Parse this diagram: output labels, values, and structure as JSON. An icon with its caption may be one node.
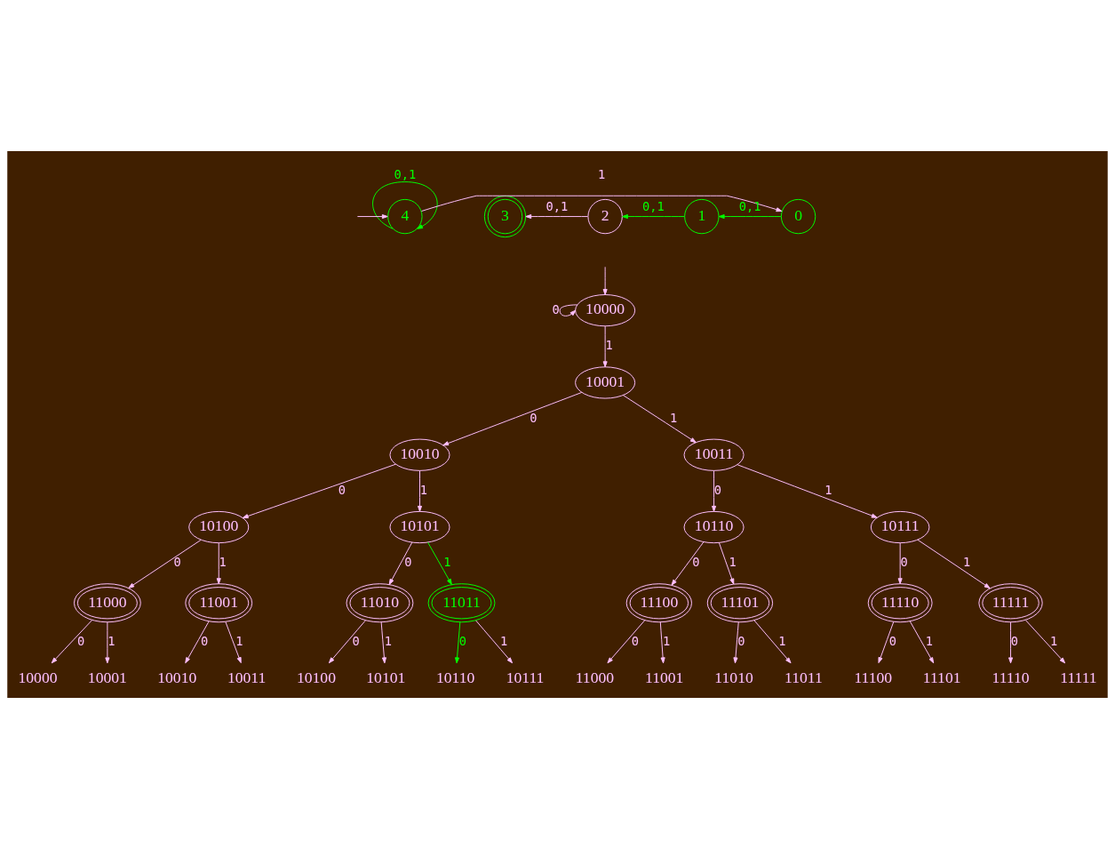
{
  "diagram": {
    "nodes": [
      {
        "text": [
          "4"
        ]
      },
      {
        "text": [
          "3"
        ]
      },
      {
        "text": [
          "2"
        ]
      },
      {
        "text": [
          "1"
        ]
      },
      {
        "text": [
          "0"
        ]
      },
      {
        "text": [
          "10000"
        ]
      },
      {
        "text": [
          "10001"
        ]
      },
      {
        "text": [
          "10010"
        ]
      },
      {
        "text": [
          "10011"
        ]
      },
      {
        "text": [
          "10100"
        ]
      },
      {
        "text": [
          "10101"
        ]
      },
      {
        "text": [
          "10110"
        ]
      },
      {
        "text": [
          "10111"
        ]
      },
      {
        "text": [
          "11000"
        ]
      },
      {
        "text": [
          "11001"
        ]
      },
      {
        "text": [
          "11010"
        ]
      },
      {
        "text": [
          "11011"
        ]
      },
      {
        "text": [
          "11100"
        ]
      },
      {
        "text": [
          "11101"
        ]
      },
      {
        "text": [
          "11110"
        ]
      },
      {
        "text": [
          "11111"
        ]
      },
      {
        "text": [
          "10000"
        ]
      },
      {
        "text": [
          "10001"
        ]
      },
      {
        "text": [
          "10010"
        ]
      },
      {
        "text": [
          "10011"
        ]
      },
      {
        "text": [
          "10100"
        ]
      },
      {
        "text": [
          "10101"
        ]
      },
      {
        "text": [
          "10110"
        ]
      },
      {
        "text": [
          "10111"
        ]
      },
      {
        "text": [
          "11000"
        ]
      },
      {
        "text": [
          "11001"
        ]
      },
      {
        "text": [
          "11010"
        ]
      },
      {
        "text": [
          "11011"
        ]
      },
      {
        "text": [
          "11100"
        ]
      },
      {
        "text": [
          "11101"
        ]
      },
      {
        "text": [
          "11110"
        ]
      },
      {
        "text": [
          "11111"
        ]
      }
    ],
    "edges": [
      {
        "from": null,
        "to": 0,
        "arrow": "to"
      },
      {
        "from": 0,
        "to": 0,
        "label": "0,1",
        "arrow": "to",
        "color": "#00ff00"
      },
      {
        "from": 0,
        "to": 4,
        "label": "1",
        "arrow": "to"
      },
      {
        "from": 4,
        "to": 3,
        "label": "0,1",
        "arrow": "to",
        "color": "#00ff00"
      },
      {
        "from": 3,
        "to": 2,
        "label": "0,1",
        "arrow": "to",
        "color": "#00ff00"
      },
      {
        "from": 2,
        "to": 1,
        "label": "0,1",
        "arrow": "to"
      },
      {
        "from": null,
        "to": 5,
        "arrow": "to"
      },
      {
        "from": 5,
        "to": 5,
        "label": "0",
        "arrow": "to"
      },
      {
        "from": 5,
        "to": 6,
        "label": "1",
        "arrow": "to"
      },
      {
        "from": 6,
        "to": 7,
        "label": "0",
        "arrow": "to"
      },
      {
        "from": 6,
        "to": 8,
        "label": "1",
        "arrow": "to"
      },
      {
        "from": 7,
        "to": 9,
        "label": "0",
        "arrow": "to"
      },
      {
        "from": 7,
        "to": 10,
        "label": "1",
        "arrow": "to"
      },
      {
        "from": 8,
        "to": 11,
        "label": "0",
        "arrow": "to"
      },
      {
        "from": 8,
        "to": 12,
        "label": "1",
        "arrow": "to"
      },
      {
        "from": 9,
        "to": 13,
        "label": "0",
        "arrow": "to"
      },
      {
        "from": 9,
        "to": 14,
        "label": "1",
        "arrow": "to"
      },
      {
        "from": 10,
        "to": 15,
        "label": "0",
        "arrow": "to"
      },
      {
        "from": 10,
        "to": 16,
        "label": "1",
        "arrow": "to",
        "color": "#00ff00"
      },
      {
        "from": 11,
        "to": 17,
        "label": "0",
        "arrow": "to"
      },
      {
        "from": 11,
        "to": 18,
        "label": "1",
        "arrow": "to"
      },
      {
        "from": 12,
        "to": 19,
        "label": "0",
        "arrow": "to"
      },
      {
        "from": 12,
        "to": 20,
        "label": "1",
        "arrow": "to"
      },
      {
        "from": 13,
        "to": 21,
        "label": "0",
        "arrow": "to"
      },
      {
        "from": 13,
        "to": 22,
        "label": "1",
        "arrow": "to"
      },
      {
        "from": 14,
        "to": 23,
        "label": "0",
        "arrow": "to"
      },
      {
        "from": 14,
        "to": 24,
        "label": "1",
        "arrow": "to"
      },
      {
        "from": 15,
        "to": 25,
        "label": "0",
        "arrow": "to"
      },
      {
        "from": 15,
        "to": 26,
        "label": "1",
        "arrow": "to"
      },
      {
        "from": 16,
        "to": 27,
        "label": "0",
        "arrow": "to",
        "color": "#00ff00"
      },
      {
        "from": 16,
        "to": 28,
        "label": "1",
        "arrow": "to"
      },
      {
        "from": 17,
        "to": 29,
        "label": "0",
        "arrow": "to"
      },
      {
        "from": 17,
        "to": 30,
        "label": "1",
        "arrow": "to"
      },
      {
        "from": 18,
        "to": 31,
        "label": "0",
        "arrow": "to"
      },
      {
        "from": 18,
        "to": 32,
        "label": "1",
        "arrow": "to"
      },
      {
        "from": 19,
        "to": 33,
        "label": "0",
        "arrow": "to"
      },
      {
        "from": 19,
        "to": 34,
        "label": "1",
        "arrow": "to"
      },
      {
        "from": 20,
        "to": 35,
        "label": "0",
        "arrow": "to"
      },
      {
        "from": 20,
        "to": 36,
        "label": "1",
        "arrow": "to"
      }
    ]
  }
}
